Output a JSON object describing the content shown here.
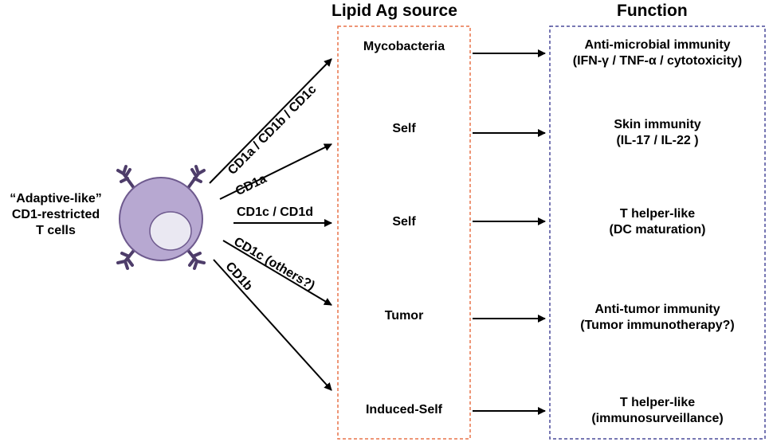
{
  "headers": {
    "lipid_source": "Lipid Ag source",
    "function": "Function"
  },
  "cell": {
    "line1": "“Adaptive-like”",
    "line2": "CD1-restricted",
    "line3": "T cells"
  },
  "arrows": [
    {
      "label": "CD1a / CD1b / CD1c"
    },
    {
      "label": "CD1a"
    },
    {
      "label": "CD1c / CD1d"
    },
    {
      "label": "CD1c (others?)"
    },
    {
      "label": "CD1b"
    }
  ],
  "sources": [
    "Mycobacteria",
    "Self",
    "Self",
    "Tumor",
    "Induced-Self"
  ],
  "functions": [
    {
      "line1": "Anti-microbial immunity",
      "line2": "(IFN-γ / TNF-α / cytotoxicity)"
    },
    {
      "line1": "Skin immunity",
      "line2": "(IL-17 / IL-22 )"
    },
    {
      "line1": "T helper-like",
      "line2": "(DC maturation)"
    },
    {
      "line1": "Anti-tumor immunity",
      "line2": "(Tumor immunotherapy?)"
    },
    {
      "line1": "T helper-like",
      "line2": "(immunosurveillance)"
    }
  ],
  "colors": {
    "source_box_border": "#e8734a",
    "function_box_border": "#4a4a9a",
    "cell_fill": "#b7a8d1",
    "cell_stroke": "#6e5a8e",
    "nucleus_fill": "#eae8f2",
    "receptor": "#4e3d6a"
  }
}
